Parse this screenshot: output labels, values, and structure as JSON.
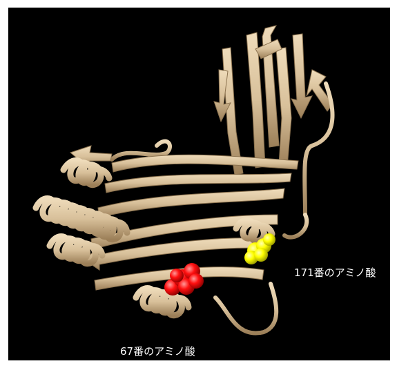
{
  "labels": {
    "residue_171": "171番のアミノ酸",
    "residue_67": "67番のアミノ酸"
  },
  "colors": {
    "background": "#000000",
    "ribbon": "#d8c09a",
    "ribbon_shade": "#a88b63",
    "residue_171": "#ffff00",
    "residue_67": "#ff0000",
    "label_text": "#ffffff"
  },
  "icons": {
    "residue_171_marker": "yellow-sphere-cluster",
    "residue_67_marker": "red-sphere-cluster"
  }
}
